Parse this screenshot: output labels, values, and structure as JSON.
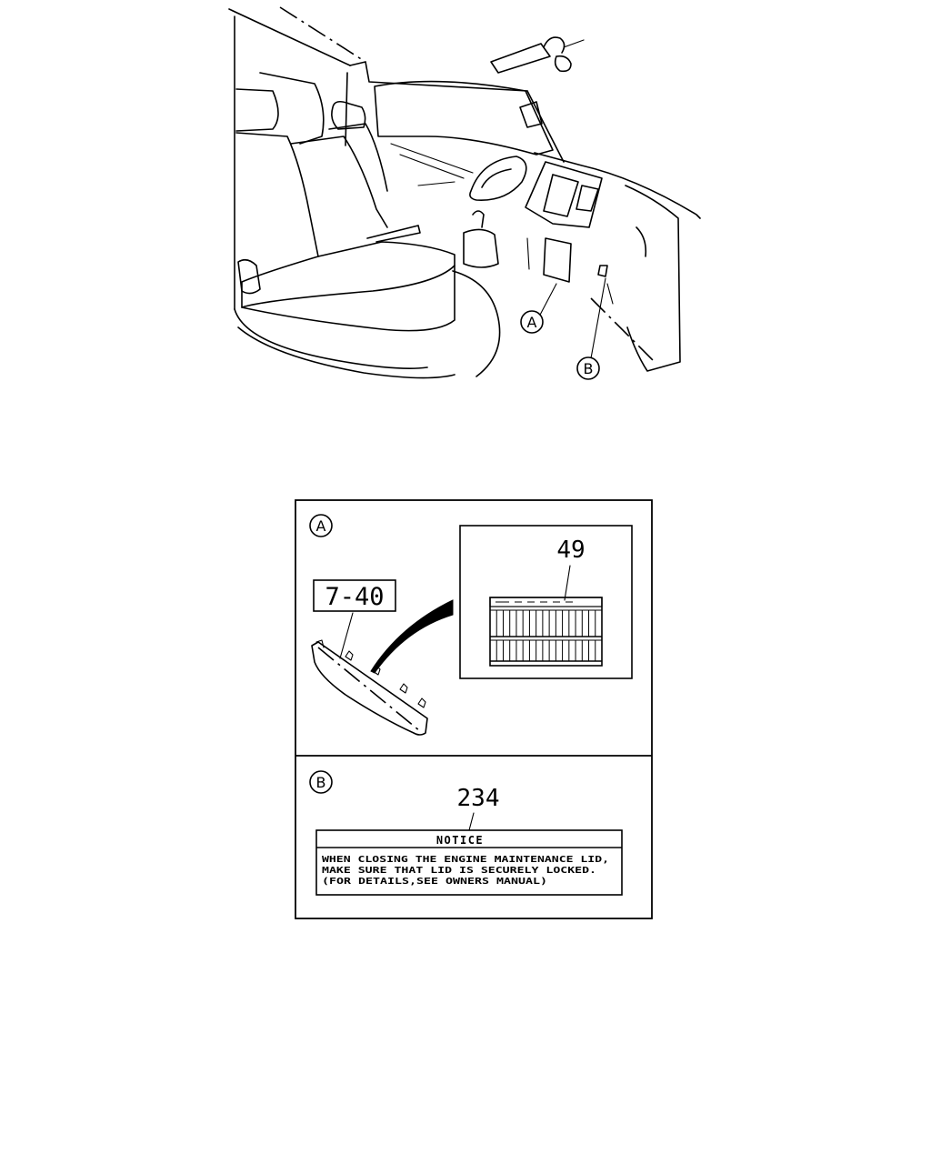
{
  "callouts": {
    "a": "A",
    "b": "B"
  },
  "panel_a": {
    "letter": "A",
    "ref_label": "7-40",
    "part_number": "49"
  },
  "panel_b": {
    "letter": "B",
    "part_number": "234",
    "notice_title": "NOTICE",
    "notice_lines": [
      "WHEN CLOSING THE ENGINE MAINTENANCE LID,",
      "MAKE SURE THAT LID IS SECURELY LOCKED.",
      "(FOR DETAILS,SEE OWNERS MANUAL)"
    ]
  }
}
